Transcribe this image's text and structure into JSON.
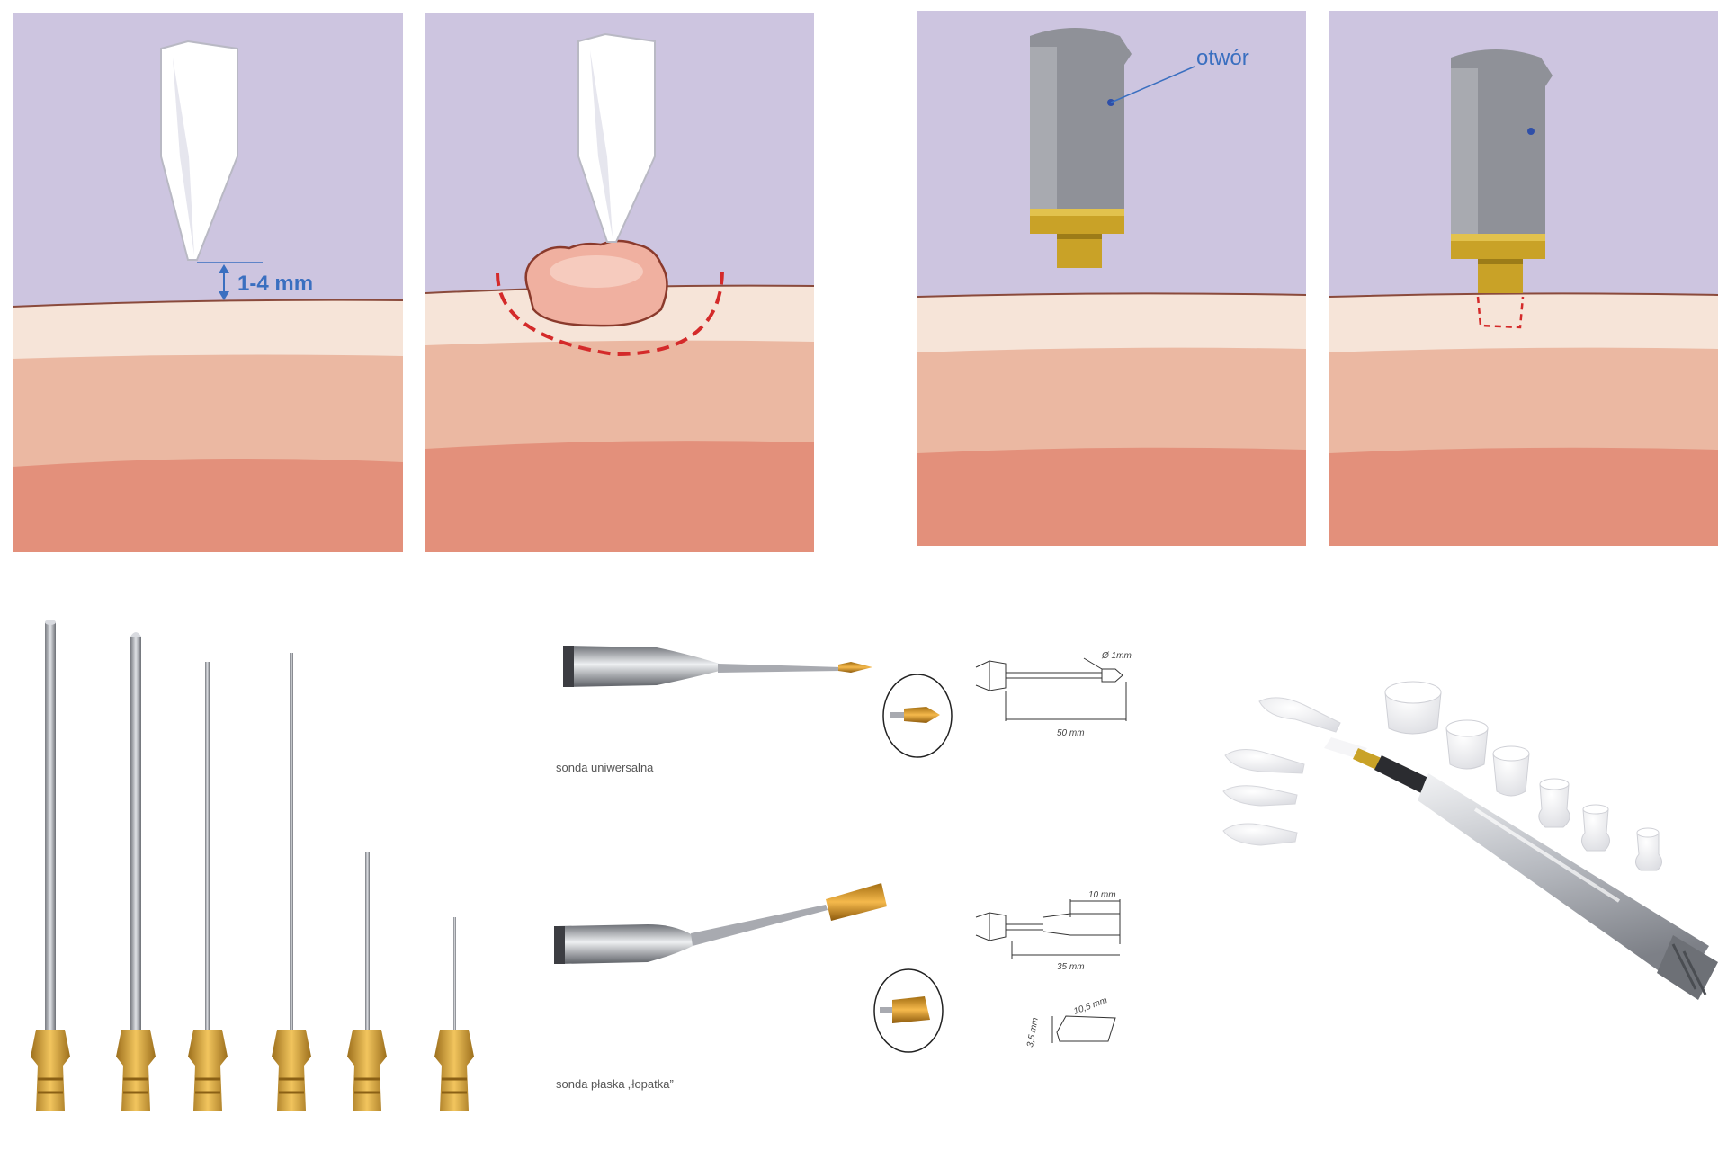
{
  "colors": {
    "air": "#cdc5e0",
    "skin_top": "#f6e4d8",
    "skin_mid": "#ebb8a2",
    "skin_deep": "#e3907b",
    "annotation_blue": "#3a6fc0",
    "marker_red": "#d42a2a",
    "brass": "#c9a227",
    "steel": "#9ea0a6"
  },
  "panels": {
    "depth_label": "1-4 mm",
    "hole_label": "otwór"
  },
  "probes": {
    "universal_caption": "sonda uniwersalna",
    "flat_caption": "sonda płaska „łopatka”",
    "dims": {
      "tip_diameter": "Ø 1mm",
      "universal_length": "50 mm",
      "flat_width": "10 mm",
      "flat_length": "35 mm",
      "flat_thickness": "3,5 mm",
      "flat_tip": "10,5 mm"
    }
  },
  "icons": {
    "needle_electrode": "needle-icon",
    "probe": "probe-icon",
    "handpiece": "handpiece-icon"
  }
}
